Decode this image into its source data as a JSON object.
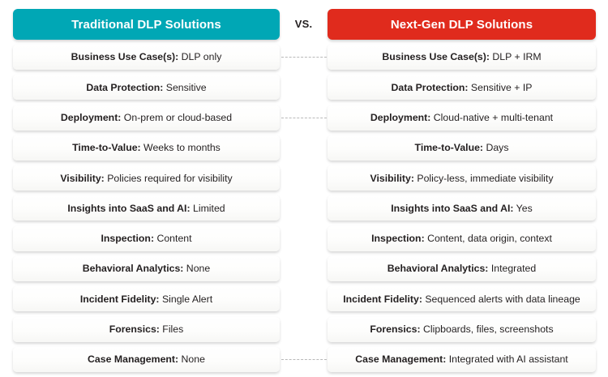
{
  "comparison": {
    "separator_label": "VS.",
    "colors": {
      "left_header_bg": "#00a7b5",
      "right_header_bg": "#e02b1d",
      "header_text": "#ffffff",
      "card_bg": "#fdfdfc",
      "body_text": "#231f20",
      "connector": "#b9b9b9",
      "page_bg": "#ffffff"
    },
    "columns": {
      "left": {
        "title": "Traditional DLP Solutions"
      },
      "right": {
        "title": "Next-Gen DLP Solutions"
      }
    },
    "rows": [
      {
        "label": "Business Use Case(s):",
        "left_value": "DLP only",
        "right_value": "DLP + IRM",
        "connector": true
      },
      {
        "label": "Data Protection:",
        "left_value": "Sensitive",
        "right_value": "Sensitive + IP",
        "connector": false
      },
      {
        "label": "Deployment:",
        "left_value": "On-prem or cloud-based",
        "right_value": "Cloud-native + multi-tenant",
        "connector": true
      },
      {
        "label": "Time-to-Value:",
        "left_value": "Weeks to months",
        "right_value": "Days",
        "connector": false
      },
      {
        "label": "Visibility:",
        "left_value": "Policies required for visibility",
        "right_value": "Policy-less, immediate visibility",
        "connector": false
      },
      {
        "label": "Insights into SaaS and AI:",
        "left_value": "Limited",
        "right_value": "Yes",
        "connector": false
      },
      {
        "label": "Inspection:",
        "left_value": "Content",
        "right_value": "Content, data origin, context",
        "connector": false
      },
      {
        "label": "Behavioral Analytics:",
        "left_value": "None",
        "right_value": "Integrated",
        "connector": false
      },
      {
        "label": "Incident Fidelity:",
        "left_value": "Single Alert",
        "right_value": "Sequenced alerts with data lineage",
        "connector": false
      },
      {
        "label": "Forensics:",
        "left_value": "Files",
        "right_value": "Clipboards, files, screenshots",
        "connector": false
      },
      {
        "label": "Case Management:",
        "left_value": "None",
        "right_value": "Integrated with AI assistant",
        "connector": true
      }
    ]
  }
}
